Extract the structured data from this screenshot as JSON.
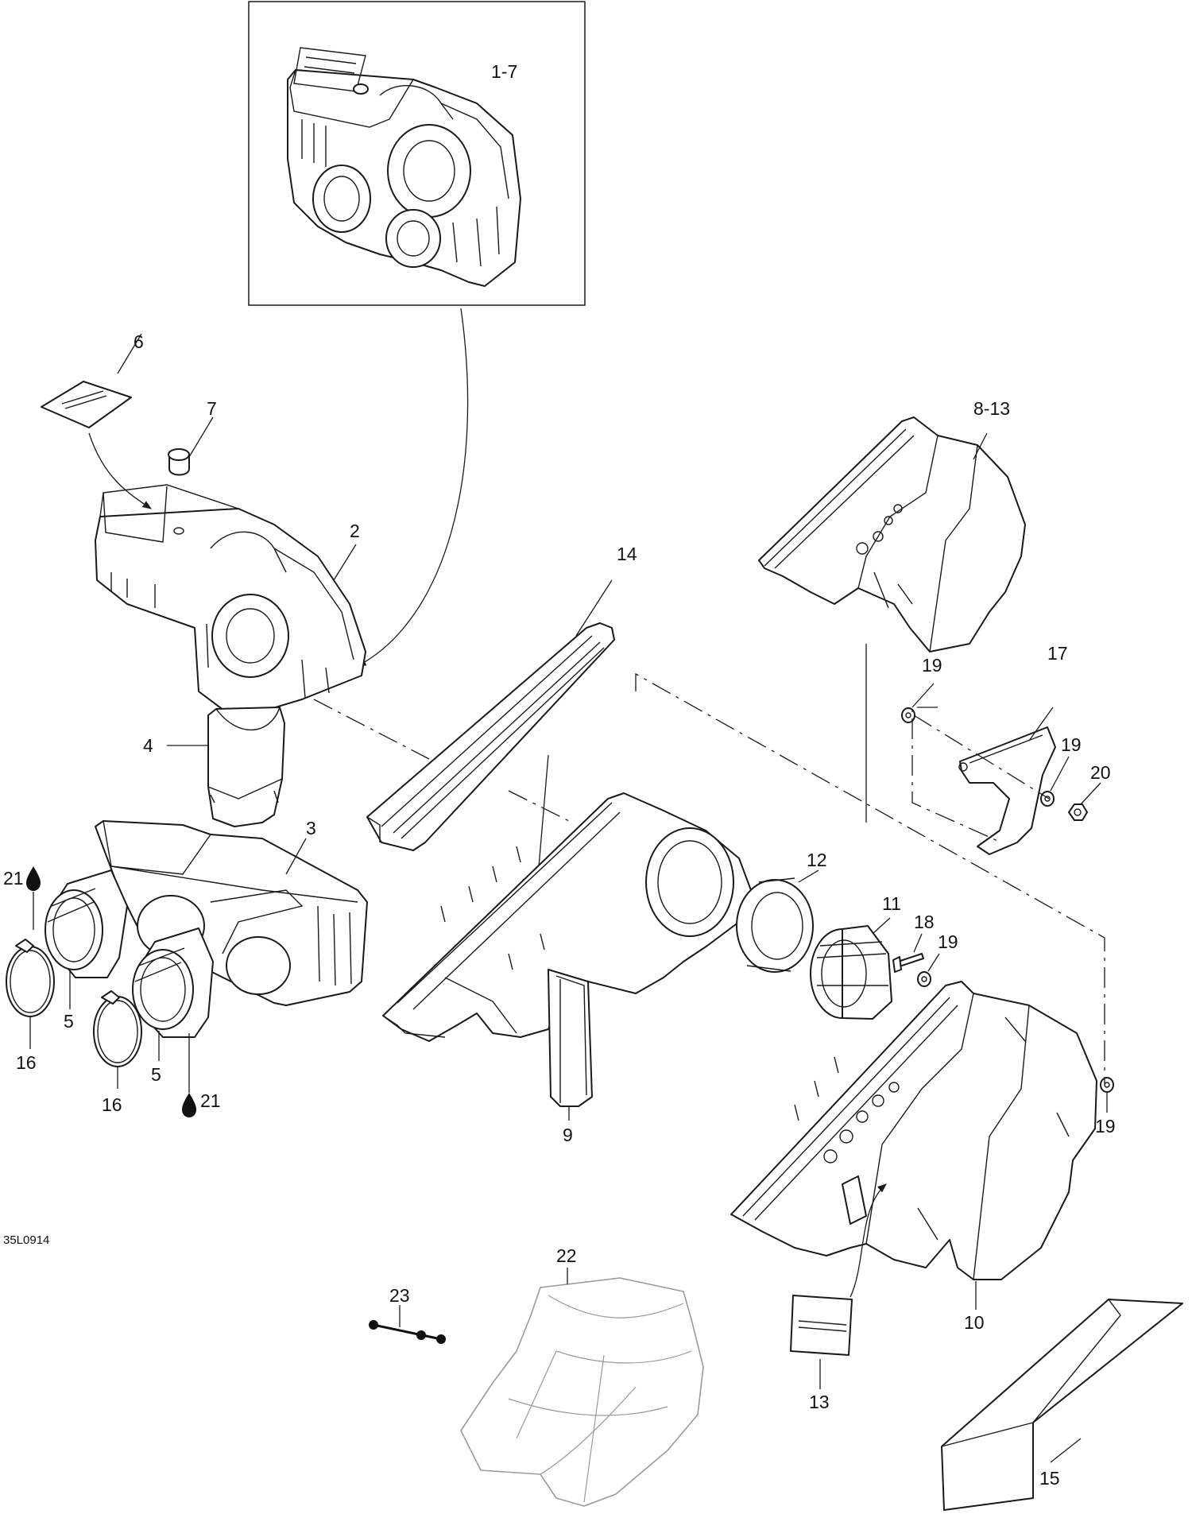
{
  "figure": {
    "reference_code": "35L0914"
  },
  "callouts": {
    "c_1_7": "1-7",
    "c_6": "6",
    "c_7": "7",
    "c_2": "2",
    "c_4": "4",
    "c_3": "3",
    "c_21a": "21",
    "c_16a": "16",
    "c_5a": "5",
    "c_16b": "16",
    "c_5b": "5",
    "c_21b": "21",
    "c_14": "14",
    "c_9": "9",
    "c_8_13": "8-13",
    "c_17": "17",
    "c_19a": "19",
    "c_19b": "19",
    "c_20": "20",
    "c_12": "12",
    "c_11": "11",
    "c_18": "18",
    "c_19c": "19",
    "c_19d": "19",
    "c_22": "22",
    "c_23": "23",
    "c_13": "13",
    "c_10": "10",
    "c_15": "15"
  },
  "icons": {
    "lubricant": "droplet-icon"
  }
}
